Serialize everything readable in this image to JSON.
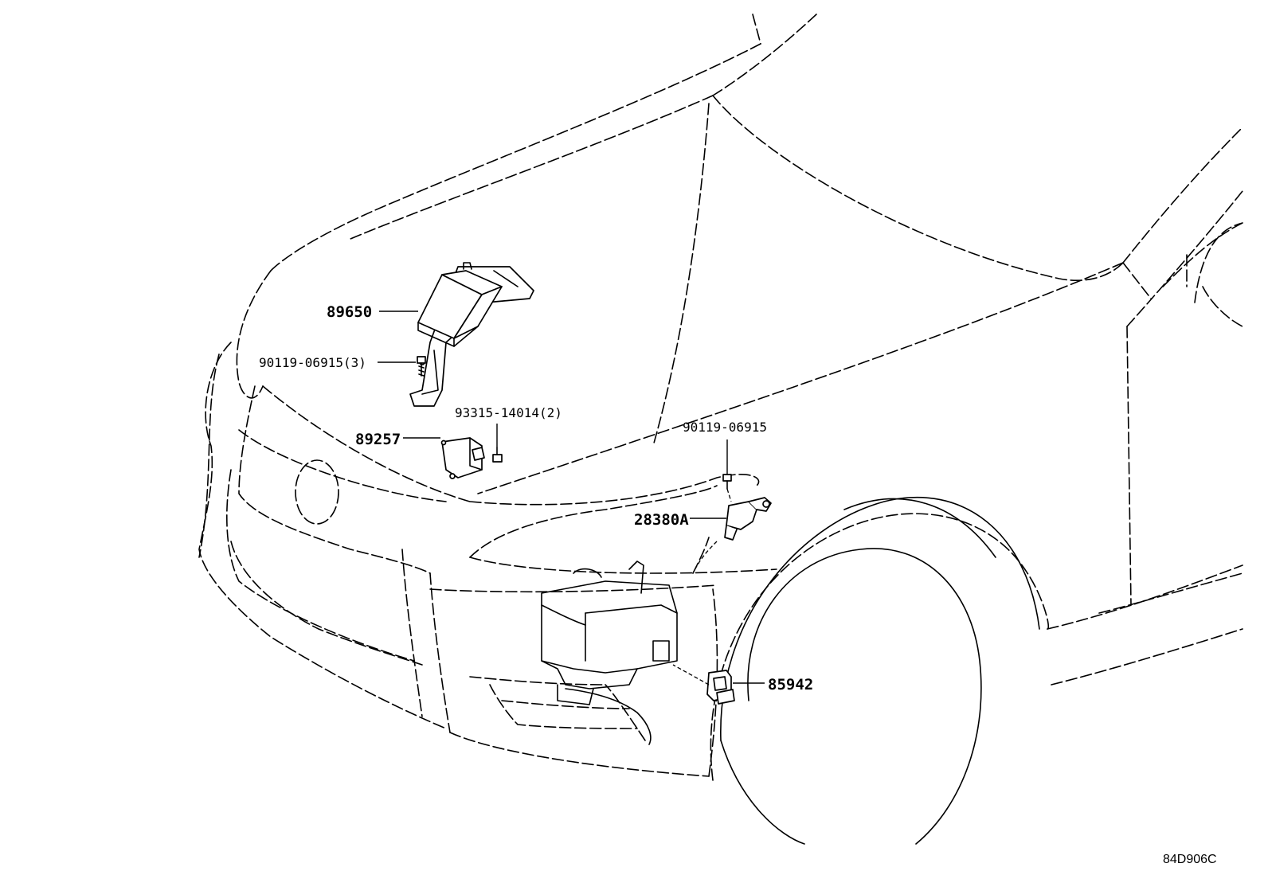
{
  "callouts": [
    {
      "id": "ecu",
      "part_number": "89650"
    },
    {
      "id": "ecu-bolt",
      "part_number": "90119-06915(3)"
    },
    {
      "id": "screw",
      "part_number": "93315-14014(2)"
    },
    {
      "id": "sensor",
      "part_number": "89257"
    },
    {
      "id": "bolt",
      "part_number": "90119-06915"
    },
    {
      "id": "actuator",
      "part_number": "28380A"
    },
    {
      "id": "connector",
      "part_number": "85942"
    }
  ],
  "diagram_code": "84D906C"
}
